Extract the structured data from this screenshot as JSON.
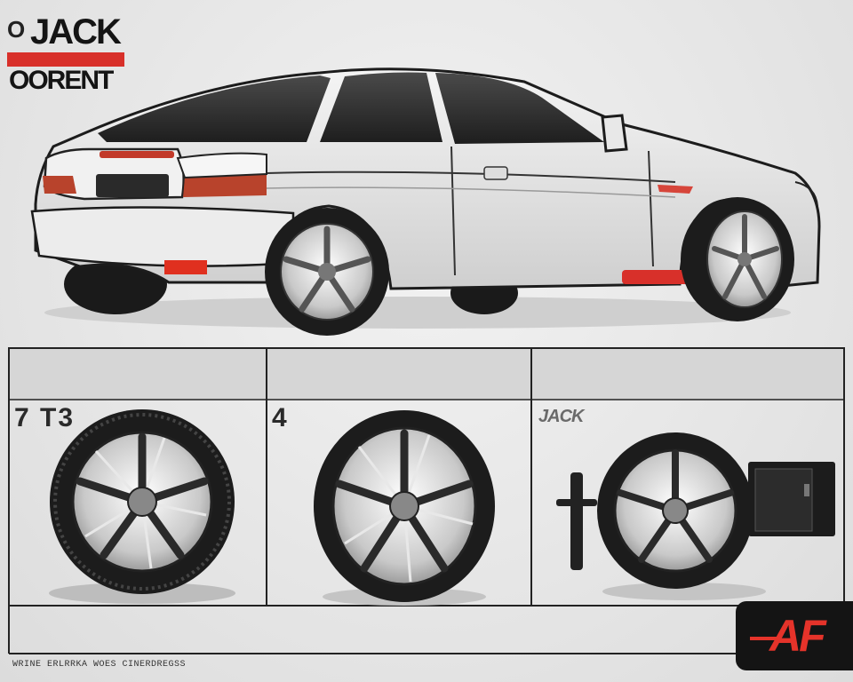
{
  "logo": {
    "line1": "JACK",
    "line2": "OORENT",
    "bar_text": "",
    "mark_letter": "O",
    "colors": {
      "accent": "#d8302a",
      "ink": "#141414"
    }
  },
  "panels": [
    {
      "label": "7 T3"
    },
    {
      "label": "4"
    },
    {
      "label": "",
      "jack_text": "JACK"
    }
  ],
  "footer_text": "WRINE ERLRRKA WOES CINERDREGSS",
  "badge_text": "AF",
  "colors": {
    "car_body": "#e6e6e6",
    "tire": "#1c1c1c",
    "rim": "#cfcfcf",
    "accent_red": "#e5332a"
  }
}
